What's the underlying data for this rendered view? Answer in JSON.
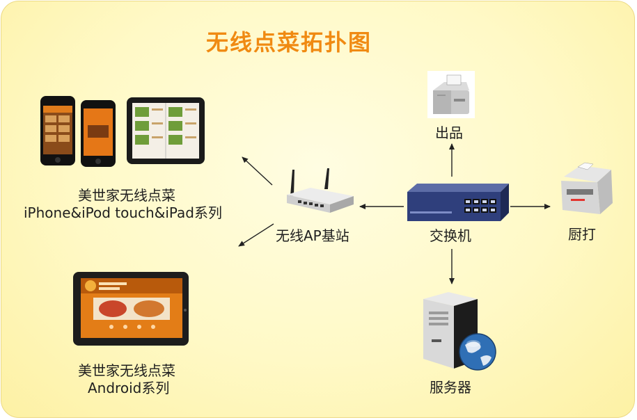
{
  "diagram": {
    "title": "无线点菜拓扑图",
    "nodes": {
      "printer_output": {
        "label": "出品"
      },
      "switch": {
        "label": "交换机"
      },
      "kitchen_printer": {
        "label": "厨打"
      },
      "server": {
        "label": "服务器"
      },
      "wireless_ap": {
        "label": "无线AP基站"
      },
      "ios_devices": {
        "label_line1": "美世家无线点菜",
        "label_line2": "iPhone&iPod touch&iPad系列"
      },
      "android_tablet": {
        "label_line1": "美世家无线点菜",
        "label_line2": "Android系列"
      }
    },
    "edges": [
      {
        "from": "switch",
        "to": "printer_output"
      },
      {
        "from": "switch",
        "to": "kitchen_printer"
      },
      {
        "from": "switch",
        "to": "server"
      },
      {
        "from": "switch",
        "to": "wireless_ap"
      },
      {
        "from": "wireless_ap",
        "to": "ios_devices"
      },
      {
        "from": "wireless_ap",
        "to": "android_tablet"
      }
    ],
    "colors": {
      "title": "#f08a12",
      "arrow": "#222222",
      "switch": "#2f3f7c"
    }
  }
}
